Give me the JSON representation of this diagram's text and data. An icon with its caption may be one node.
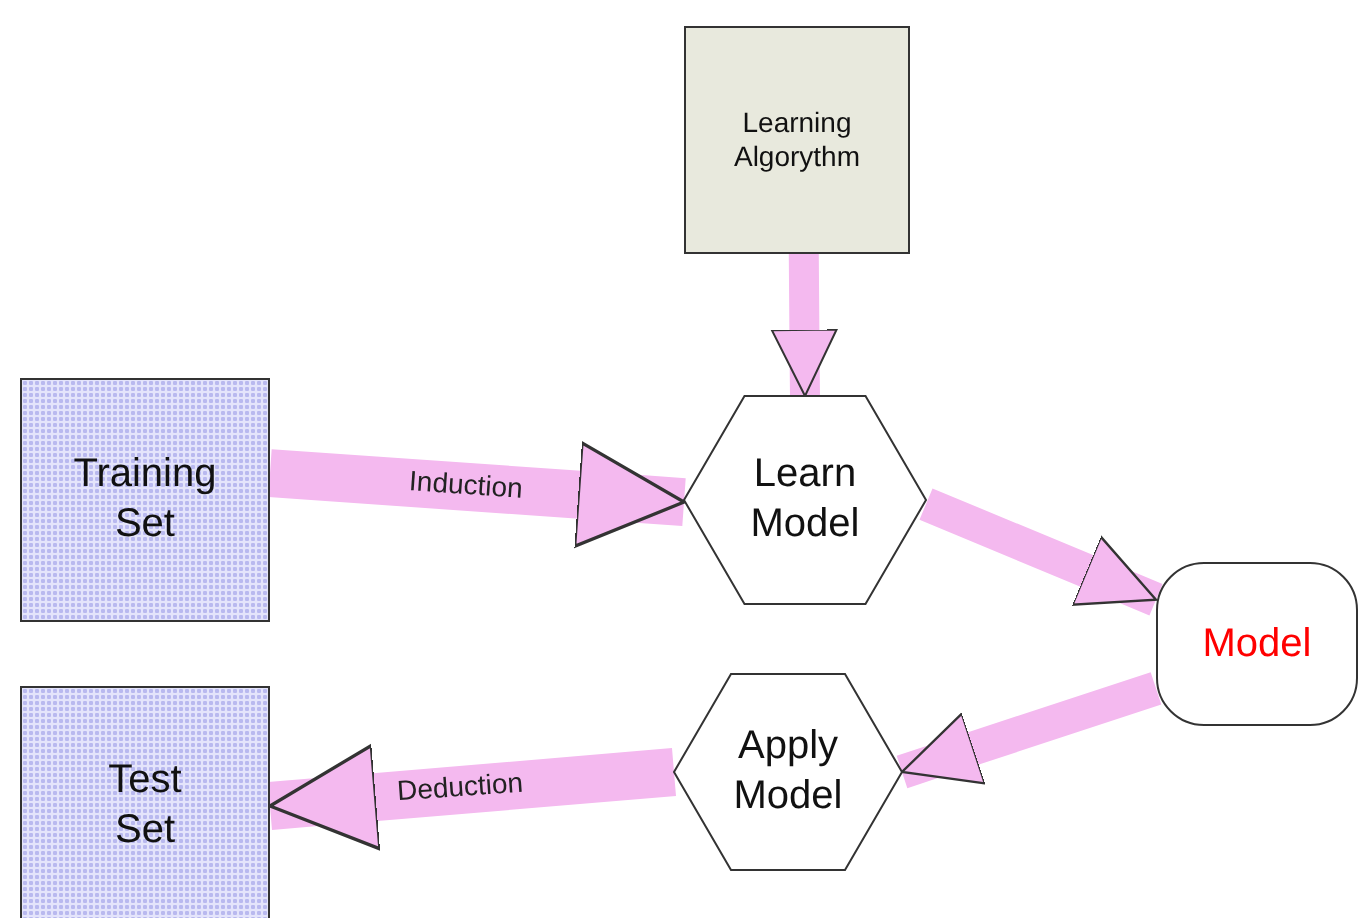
{
  "diagram": {
    "nodes": [
      {
        "text": [
          "Learning Algorythm"
        ]
      },
      {
        "text": [
          "Training Set"
        ]
      },
      {
        "text": [
          "Learn Model"
        ]
      },
      {
        "text": [
          "Model"
        ]
      },
      {
        "text": [
          "Test Set"
        ]
      },
      {
        "text": [
          "Apply Model"
        ]
      }
    ],
    "edges": [
      {
        "from": 0,
        "to": 2,
        "arrow": "to"
      },
      {
        "from": 1,
        "to": 2,
        "arrow": "to",
        "label": "Induction"
      },
      {
        "from": 2,
        "to": 3,
        "arrow": "to"
      },
      {
        "from": 3,
        "to": 5,
        "arrow": "to"
      },
      {
        "from": 5,
        "to": 4,
        "arrow": "to",
        "label": "Deduction"
      }
    ]
  }
}
